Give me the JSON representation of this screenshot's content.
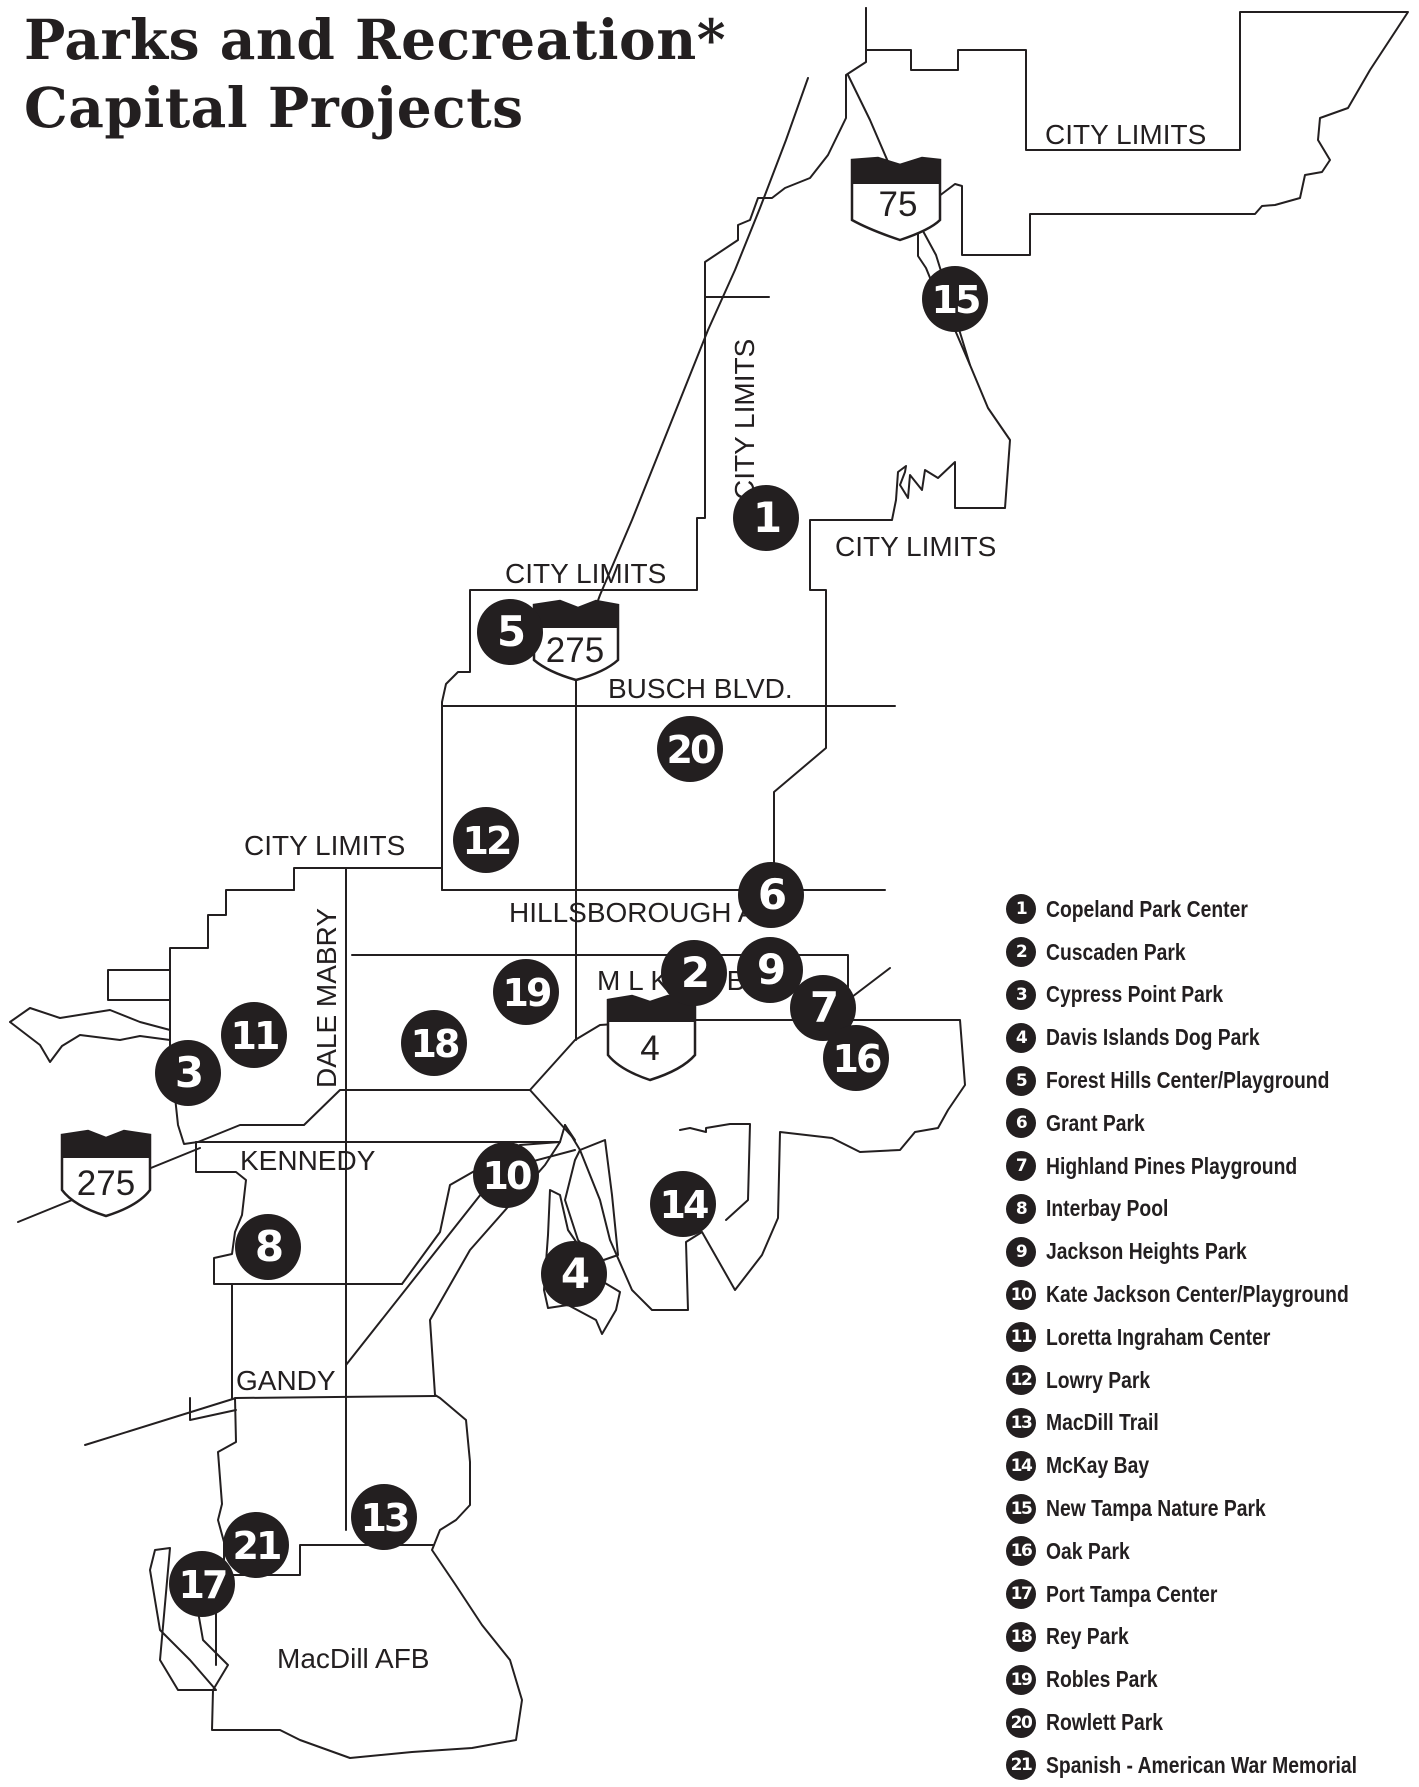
{
  "title": {
    "line1": "Parks and Recreation*",
    "line2": "Capital Projects"
  },
  "street_labels": {
    "city_limits_ne": "CITY LIMITS",
    "city_limits_vertical": "CITY LIMITS",
    "city_limits_east": "CITY  LIMITS",
    "city_limits_central": "CITY LIMITS",
    "city_limits_west": "CITY LIMITS",
    "busch_blvd": "BUSCH BLVD.",
    "hillsborough": "HILLSBOROUGH AVE",
    "mlk": "M L KING BLVD",
    "dale_mabry": "DALE MABRY",
    "kennedy": "KENNEDY",
    "gandy": "GANDY",
    "macdill_afb": "MacDill AFB"
  },
  "shields": {
    "i75": "75",
    "i275_north": "275",
    "i4": "4",
    "i275_west": "275"
  },
  "markers": [
    "1",
    "2",
    "3",
    "4",
    "5",
    "6",
    "7",
    "8",
    "9",
    "10",
    "11",
    "12",
    "13",
    "14",
    "15",
    "16",
    "17",
    "18",
    "19",
    "20",
    "21"
  ],
  "legend": [
    {
      "num": "1",
      "label": "Copeland Park Center"
    },
    {
      "num": "2",
      "label": "Cuscaden Park"
    },
    {
      "num": "3",
      "label": "Cypress Point Park"
    },
    {
      "num": "4",
      "label": "Davis Islands Dog Park"
    },
    {
      "num": "5",
      "label": "Forest Hills Center/Playground"
    },
    {
      "num": "6",
      "label": "Grant Park"
    },
    {
      "num": "7",
      "label": "Highland Pines Playground"
    },
    {
      "num": "8",
      "label": "Interbay Pool"
    },
    {
      "num": "9",
      "label": "Jackson Heights Park"
    },
    {
      "num": "10",
      "label": "Kate Jackson Center/Playground"
    },
    {
      "num": "11",
      "label": "Loretta Ingraham Center"
    },
    {
      "num": "12",
      "label": "Lowry Park"
    },
    {
      "num": "13",
      "label": "MacDill Trail"
    },
    {
      "num": "14",
      "label": "McKay Bay"
    },
    {
      "num": "15",
      "label": "New Tampa Nature Park"
    },
    {
      "num": "16",
      "label": "Oak Park"
    },
    {
      "num": "17",
      "label": "Port Tampa Center"
    },
    {
      "num": "18",
      "label": "Rey Park"
    },
    {
      "num": "19",
      "label": "Robles Park"
    },
    {
      "num": "20",
      "label": "Rowlett Park"
    },
    {
      "num": "21",
      "label": "Spanish - American War Memorial"
    }
  ],
  "colors": {
    "ink": "#231f20",
    "background": "#ffffff"
  }
}
